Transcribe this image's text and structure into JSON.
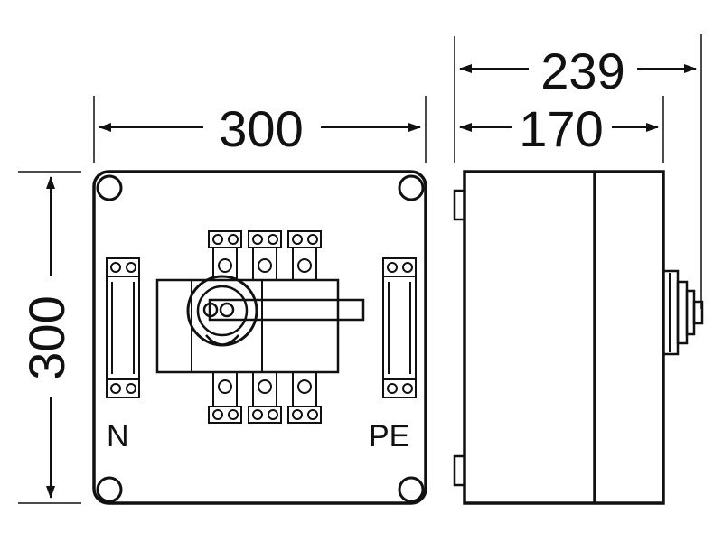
{
  "dimensions": {
    "front_width": "300",
    "front_height": "300",
    "side_depth_total": "239",
    "side_depth_body": "170"
  },
  "labels": {
    "neutral": "N",
    "protective_earth": "PE"
  },
  "colors": {
    "line": "#111111",
    "fill_light": "#ffffff",
    "fill_body": "#ffffff"
  }
}
